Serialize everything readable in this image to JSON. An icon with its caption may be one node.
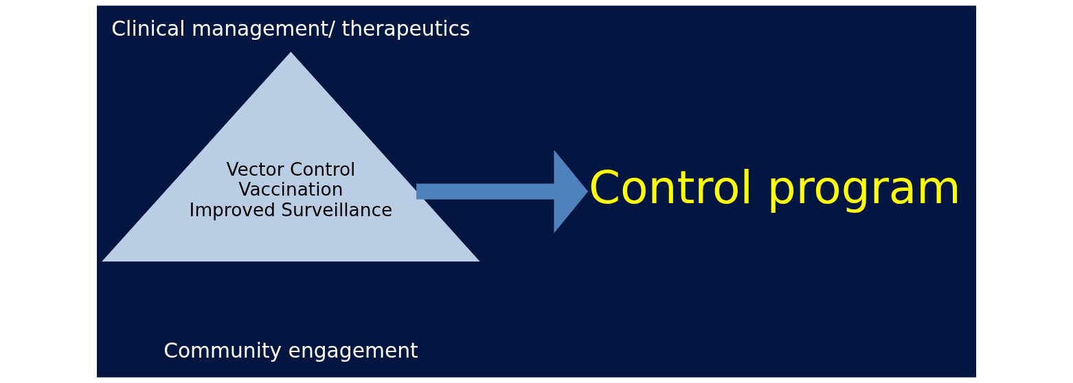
{
  "diagram": {
    "nodes": [
      {
        "text": [
          "Vector Control",
          "Vaccination",
          "Improved Surveillance"
        ],
        "beside": [
          "Clinical management/ therapeutics",
          "Community engagement"
        ]
      },
      {
        "text": [
          "Control program"
        ]
      }
    ],
    "edges": [
      {
        "from": 0,
        "to": 1,
        "arrow": "to"
      }
    ]
  }
}
